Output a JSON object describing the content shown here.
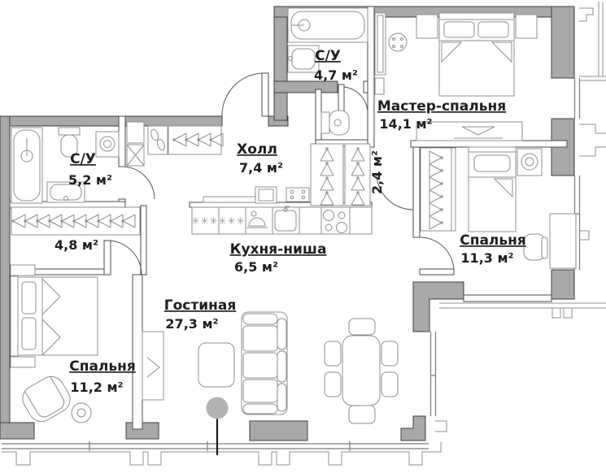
{
  "plan": {
    "rooms": {
      "bathroom_top": {
        "name": "С/У",
        "area": "4,7 м²"
      },
      "master_bedroom": {
        "name": "Мастер-спальня",
        "area": "14,1 м²"
      },
      "hall": {
        "name": "Холл",
        "area": "7,4 м²"
      },
      "wardrobe_niche": {
        "area": "2,4 м²"
      },
      "bathroom_left": {
        "name": "С/У",
        "area": "5,2 м²"
      },
      "corridor": {
        "area": "4,8 м²"
      },
      "kitchen_niche": {
        "name": "Кухня-ниша",
        "area": "6,5 м²"
      },
      "bedroom_right": {
        "name": "Спальня",
        "area": "11,3 м²"
      },
      "living_room": {
        "name": "Гостиная",
        "area": "27,3 м²"
      },
      "bedroom_left": {
        "name": "Спальня",
        "area": "11,2 м²"
      }
    },
    "kitchen": {
      "fridge_marks": "✳✳✳"
    }
  }
}
